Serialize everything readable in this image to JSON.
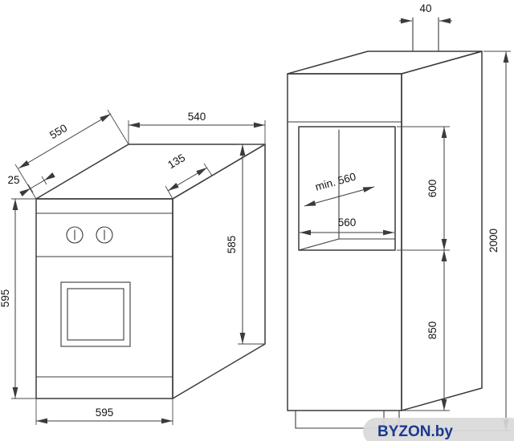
{
  "watermark": {
    "text": "BYZON.by"
  },
  "oven": {
    "labels": {
      "depth": "550",
      "front_lip": "25",
      "body_width": "540",
      "panel_depth": "135",
      "front_height": "595",
      "body_height": "585",
      "front_width": "595"
    }
  },
  "cabinet": {
    "labels": {
      "vent_gap": "40",
      "niche_depth": "min. 560",
      "niche_height": "600",
      "niche_width": "560",
      "base_height": "850",
      "total_height": "2000"
    }
  }
}
